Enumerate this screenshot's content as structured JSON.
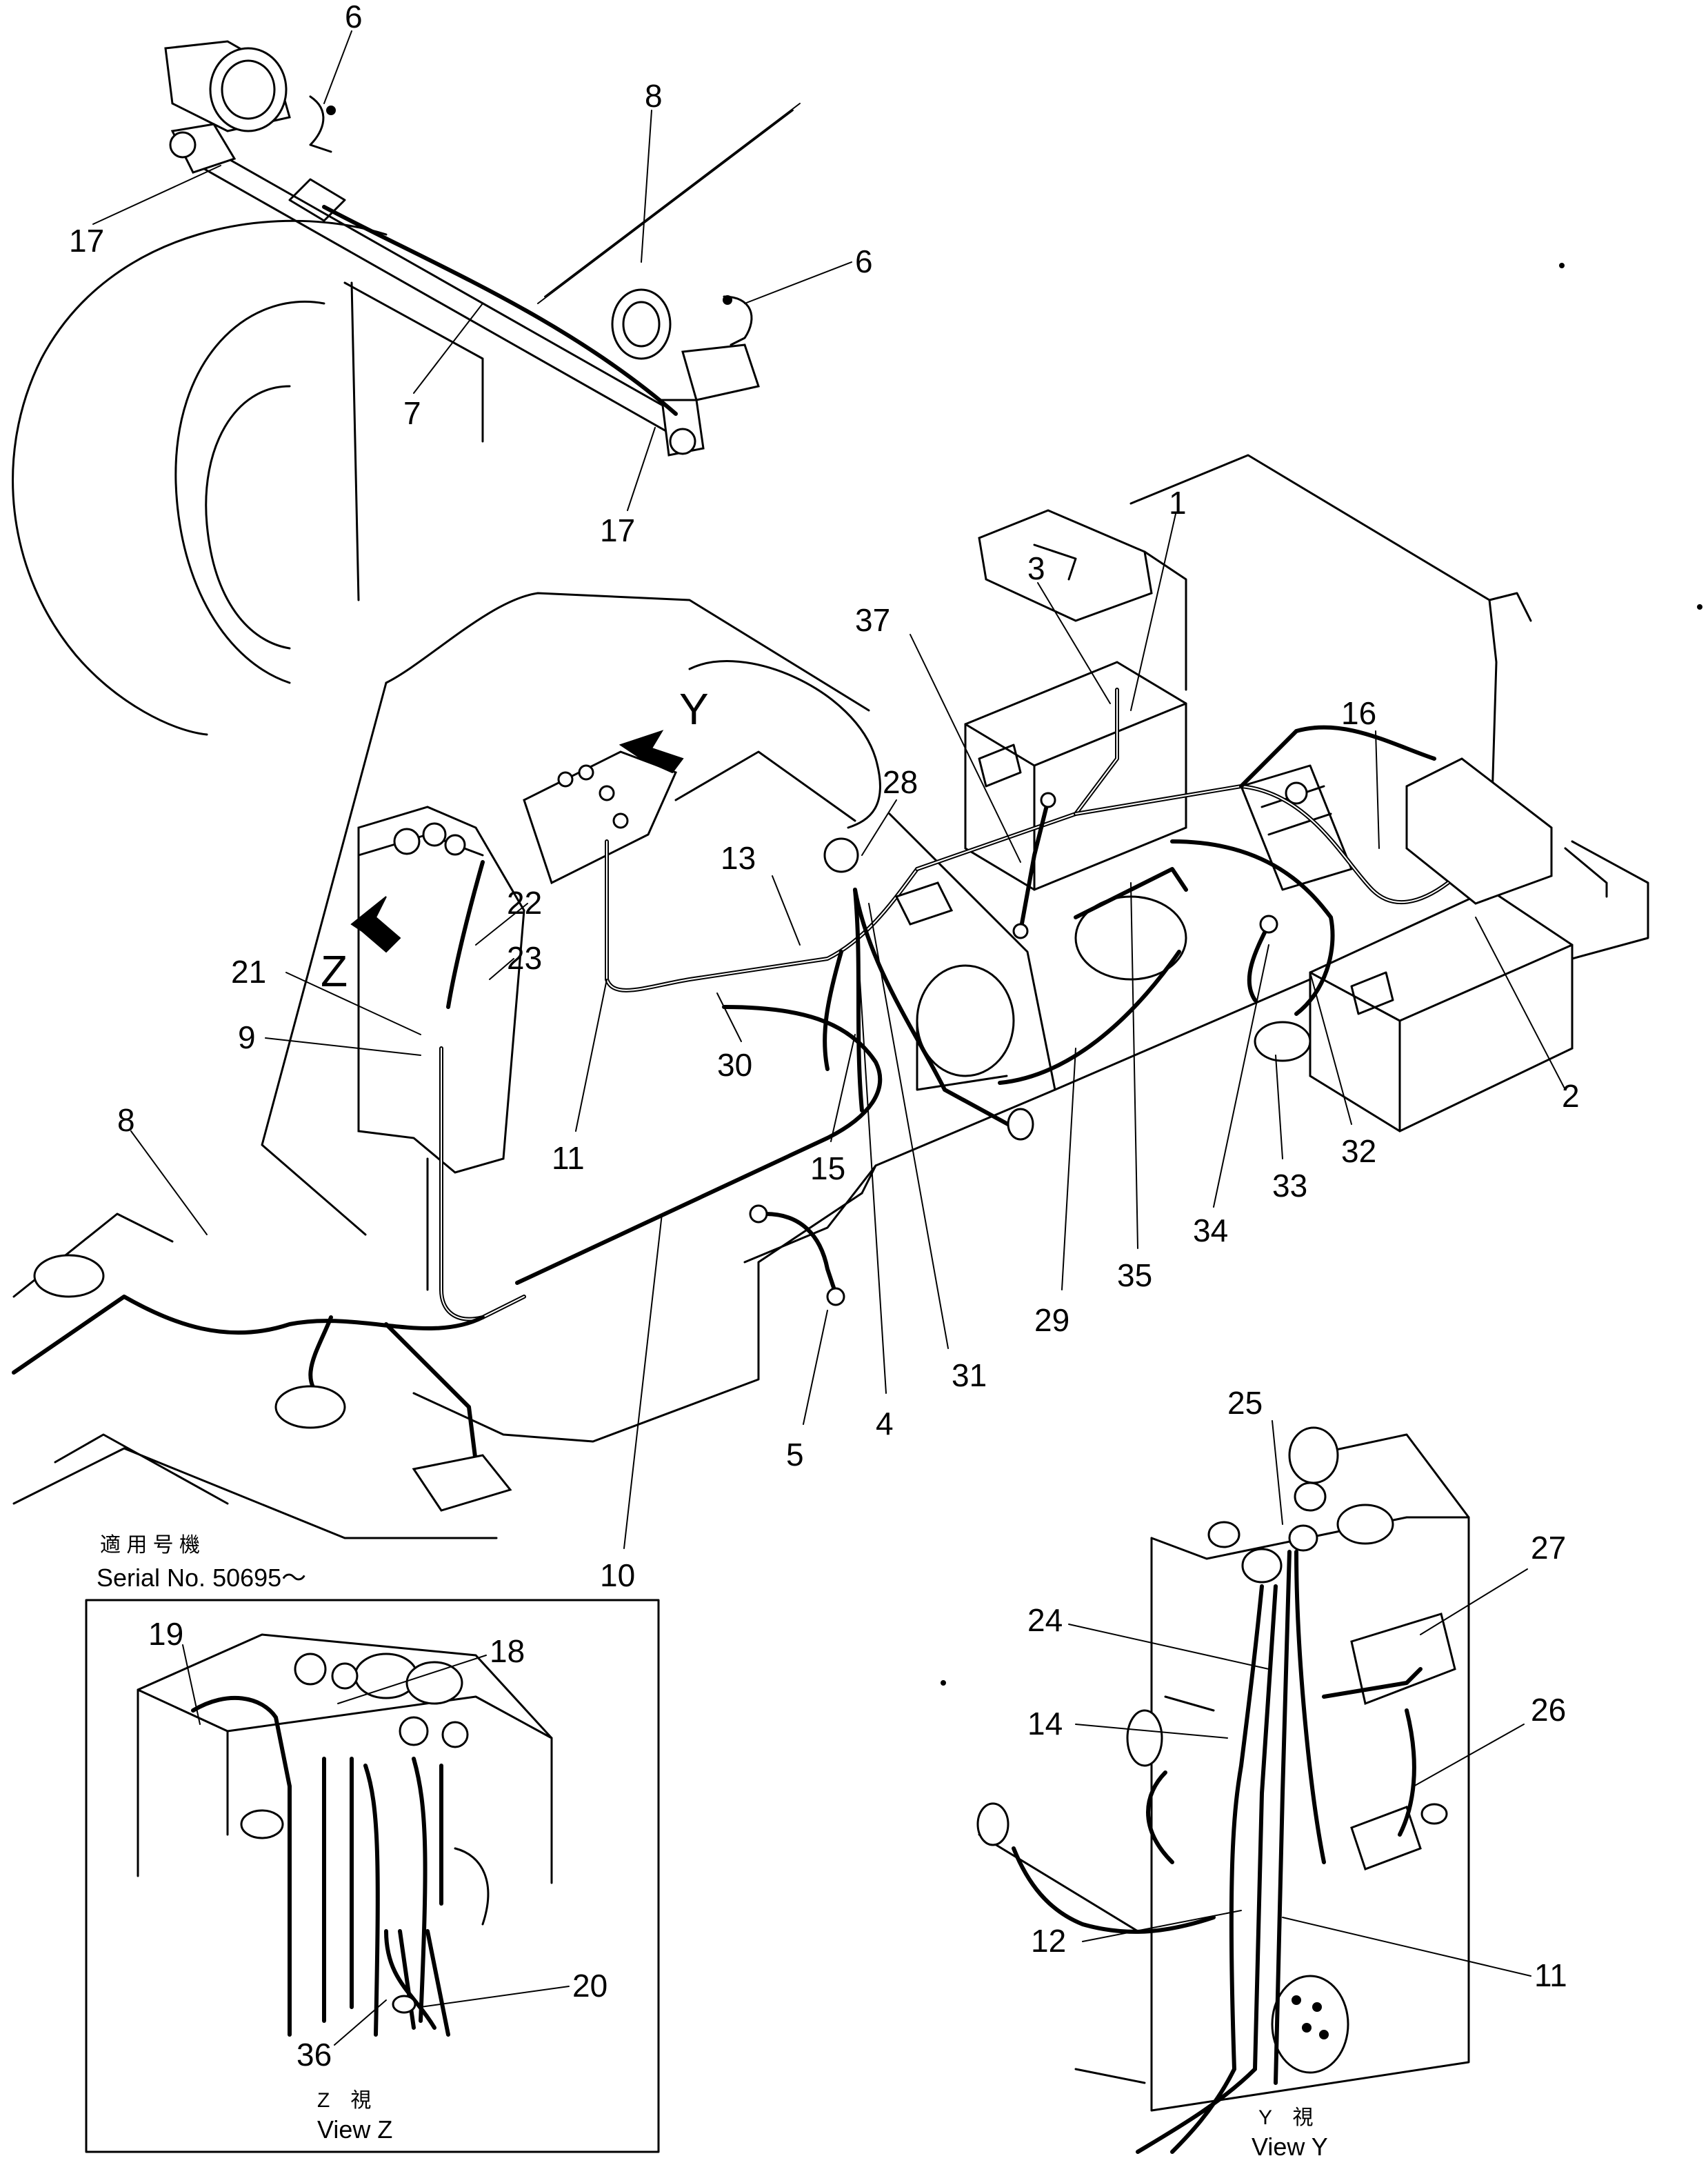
{
  "callouts": {
    "c1": "1",
    "c2": "2",
    "c3": "3",
    "c4": "4",
    "c5": "5",
    "c6a": "6",
    "c6b": "6",
    "c7": "7",
    "c8a": "8",
    "c8b": "8",
    "c9": "9",
    "c10": "10",
    "c11a": "11",
    "c11b": "11",
    "c12": "12",
    "c13": "13",
    "c14": "14",
    "c15": "15",
    "c16": "16",
    "c17a": "17",
    "c17b": "17",
    "c18": "18",
    "c19": "19",
    "c20": "20",
    "c21": "21",
    "c22": "22",
    "c23": "23",
    "c24": "24",
    "c25": "25",
    "c26": "26",
    "c27": "27",
    "c28": "28",
    "c29": "29",
    "c30": "30",
    "c31": "31",
    "c32": "32",
    "c33": "33",
    "c34": "34",
    "c35": "35",
    "c36": "36",
    "c37": "37"
  },
  "view_markers": {
    "z": "Z",
    "y": "Y"
  },
  "serial": {
    "jp": "適 用 号 機",
    "en": "Serial No. 50695～"
  },
  "view_z": {
    "jp": "Z　視",
    "en": "View Z"
  },
  "view_y": {
    "jp": "Y　視",
    "en": "View Y"
  }
}
